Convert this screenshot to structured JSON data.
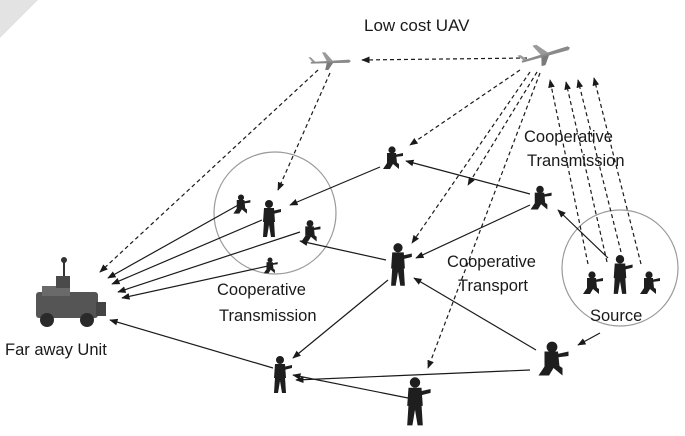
{
  "labels": {
    "uav": "Low cost UAV",
    "coop_tx_top_line1": "Cooperative",
    "coop_tx_top_line2": "Transmission",
    "coop_transport_line1": "Cooperative",
    "coop_transport_line2": "Transport",
    "coop_tx_left_line1": "Cooperative",
    "coop_tx_left_line2": "Transmission",
    "source": "Source",
    "far_unit": "Far away Unit"
  },
  "legend_semantics": {
    "solid_arrow": "ground link",
    "dashed_arrow": "UAV relay link"
  },
  "colors": {
    "ink": "#1a1a1a",
    "circle": "#9a9a9a",
    "figure": "#1e1e1e",
    "vehicle": "#555555"
  }
}
